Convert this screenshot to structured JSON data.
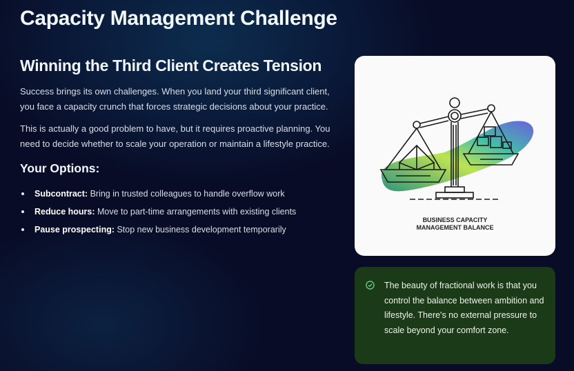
{
  "title": "Capacity Management Challenge",
  "subtitle": "Winning the Third Client Creates Tension",
  "paragraphs": [
    "Success brings its own challenges. When you land your third significant client, you face a capacity crunch that forces strategic decisions about your practice.",
    "This is actually a good problem to have, but it requires proactive planning. You need to decide whether to scale your operation or maintain a lifestyle practice."
  ],
  "options_heading": "Your Options:",
  "options": [
    {
      "term": "Subcontract:",
      "desc": " Bring in trusted colleagues to handle overflow work"
    },
    {
      "term": "Reduce hours:",
      "desc": " Move to part-time arrangements with existing clients"
    },
    {
      "term": "Pause prospecting:",
      "desc": " Stop new business development temporarily"
    }
  ],
  "illustration": {
    "caption_line1": "BUSINESS CAPACITY",
    "caption_line2": "MANAGEMENT BALANCE",
    "icon": "balance-scale"
  },
  "note": {
    "icon": "check-circle",
    "text": "The beauty of fractional work is that you control the balance between ambition and lifestyle. There's no external pressure to scale beyond your comfort zone.",
    "accent": "#6fd08a"
  }
}
